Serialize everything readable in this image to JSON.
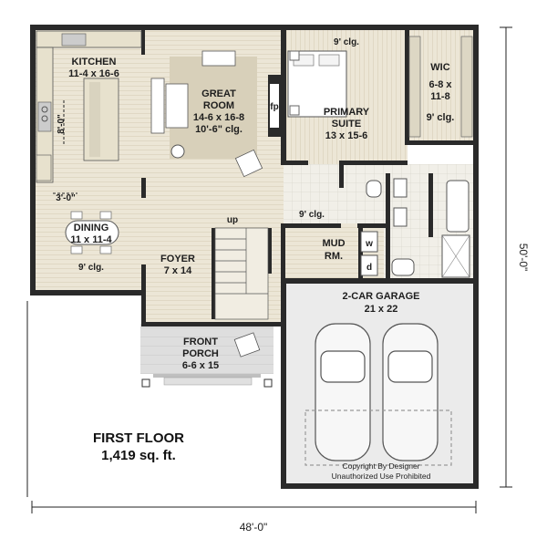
{
  "floor_title": "FIRST FLOOR",
  "floor_area": "1,419 sq. ft.",
  "dimensions": {
    "width": "48'-0\"",
    "depth": "50'-0\""
  },
  "rooms": {
    "kitchen": {
      "name": "KITCHEN",
      "size": "11-4 x 16-6",
      "note": "8'-0\""
    },
    "great_room": {
      "name": "GREAT",
      "name2": "ROOM",
      "size": "14-6 x 16-8",
      "note": "10'-6\" clg.",
      "fireplace": "fp"
    },
    "primary_suite": {
      "name": "PRIMARY",
      "name2": "SUITE",
      "size": "13 x 15-6",
      "note": "9' clg."
    },
    "wic": {
      "name": "WIC",
      "size": "6-8 x",
      "size2": "11-8",
      "note": "9' clg."
    },
    "dining": {
      "name": "DINING",
      "size": "11 x 11-4",
      "note": "9' clg.",
      "opening": "3'-0\""
    },
    "foyer": {
      "name": "FOYER",
      "size": "7 x 14",
      "stair": "up"
    },
    "hall": {
      "note": "9' clg."
    },
    "mud_room": {
      "name": "MUD",
      "name2": "RM.",
      "washer": "w",
      "dryer": "d"
    },
    "garage": {
      "name": "2-CAR GARAGE",
      "size": "21 x 22"
    },
    "front_porch": {
      "name": "FRONT",
      "name2": "PORCH",
      "size": "6-6 x 15"
    }
  },
  "copyright": {
    "line1": "Copyright By Designer",
    "line2": "Unauthorized Use Prohibited"
  },
  "colors": {
    "floor": "#ece6d6",
    "wall": "#2a2a2a",
    "garage": "#ebebeb",
    "porch": "#dddddd",
    "fixture": "#e7e1cd"
  }
}
